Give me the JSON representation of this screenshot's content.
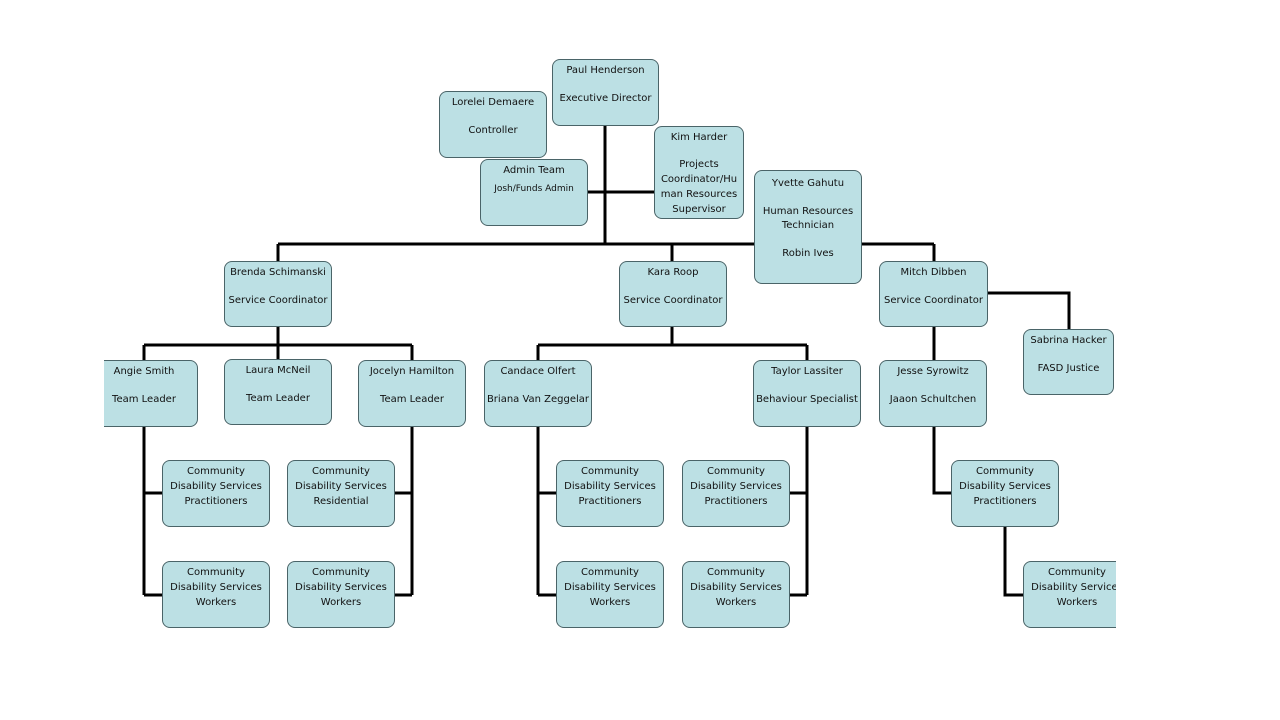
{
  "colors": {
    "box_fill": "#bce0e4",
    "box_border": "#4a6468",
    "line": "#000000"
  },
  "nodes": {
    "paul": {
      "name": "Paul Henderson",
      "title": "Executive Director"
    },
    "lorelei": {
      "name": "Lorelei Demaere",
      "title": "Controller"
    },
    "admin": {
      "name": "Admin Team",
      "line1": "Josh/Funds Admin"
    },
    "kim": {
      "name": "Kim Harder",
      "title_lines": [
        "Projects",
        "Coordinator/Hu",
        "man Resources",
        "Supervisor"
      ]
    },
    "yvette": {
      "name": "Yvette Gahutu",
      "title": "Human Resources",
      "title2": "Technician",
      "extra": "Robin Ives"
    },
    "brenda": {
      "name": "Brenda Schimanski",
      "title": "Service Coordinator"
    },
    "kara": {
      "name": "Kara Roop",
      "title": "Service Coordinator"
    },
    "mitch": {
      "name": "Mitch Dibben",
      "title": "Service Coordinator"
    },
    "sabrina": {
      "name": "Sabrina Hacker",
      "title": "FASD Justice"
    },
    "angie": {
      "name": "Angie Smith",
      "title": "Team Leader"
    },
    "laura": {
      "name": "Laura McNeil",
      "title": "Team Leader"
    },
    "jocelyn": {
      "name": "Jocelyn Hamilton",
      "title": "Team Leader"
    },
    "candace": {
      "name": "Candace Olfert",
      "title": "Briana Van Zeggelar"
    },
    "taylor": {
      "name": "Taylor Lassiter",
      "title": "Behaviour Specialist"
    },
    "jesse": {
      "name": "Jesse Syrowitz",
      "title": "Jaaon Schultchen"
    },
    "cds1": {
      "lines": [
        "Community",
        "Disability Services",
        "Practitioners"
      ]
    },
    "cds2": {
      "lines": [
        "Community",
        "Disability Services",
        "Residential"
      ]
    },
    "cds3": {
      "lines": [
        "Community",
        "Disability Services",
        "Workers"
      ]
    },
    "cds4": {
      "lines": [
        "Community",
        "Disability Services",
        "Workers"
      ]
    },
    "cds5": {
      "lines": [
        "Community",
        "Disability Services",
        "Practitioners"
      ]
    },
    "cds6": {
      "lines": [
        "Community",
        "Disability Services",
        "Practitioners"
      ]
    },
    "cds7": {
      "lines": [
        "Community",
        "Disability Services",
        "Workers"
      ]
    },
    "cds8": {
      "lines": [
        "Community",
        "Disability Services",
        "Workers"
      ]
    },
    "cds9": {
      "lines": [
        "Community",
        "Disability Services",
        "Practitioners"
      ]
    },
    "cds10": {
      "lines": [
        "Community",
        "Disability Services",
        "Workers"
      ]
    }
  }
}
